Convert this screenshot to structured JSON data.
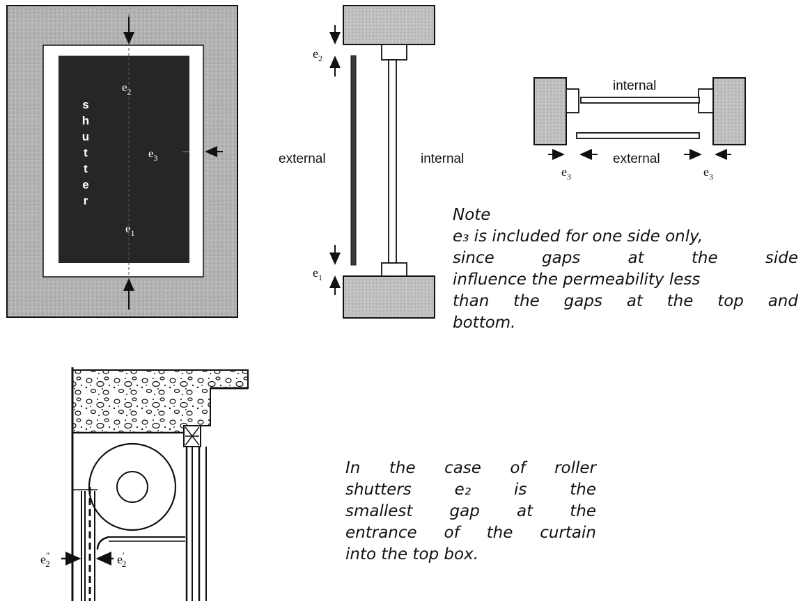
{
  "diagram": {
    "shutter_vertical": "shutter",
    "labels": {
      "e1": "e",
      "e1_sub": "1",
      "e2": "e",
      "e2_sub": "2",
      "e3": "e",
      "e3_sub": "3",
      "external": "external",
      "internal": "internal",
      "e2_double_prime": "e",
      "e2_double_prime_sub": "2",
      "e2_double_prime_mark": "″",
      "e2_prime": "e",
      "e2_prime_sub": "2",
      "e2_prime_mark": "′"
    }
  },
  "note": {
    "title": "Note",
    "lines": [
      "e₃ is included for one side only,",
      "since gaps at the side",
      "influence the permeability less",
      "than the gaps at the top and",
      "bottom."
    ]
  },
  "roller_note": {
    "lines": [
      "In the case of roller",
      "shutters e₂ is the",
      "smallest gap at the",
      "entrance of the curtain",
      "into the top box."
    ]
  }
}
